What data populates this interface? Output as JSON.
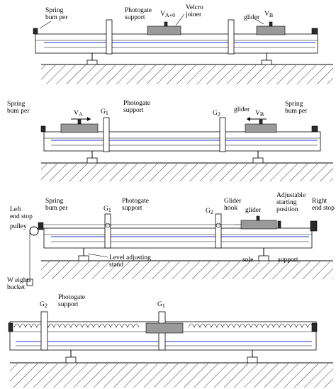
{
  "panels": [
    {
      "labels": {
        "spring_bumper": "Spring\nbum per",
        "photogate_support": "Photogate\nsupport",
        "v_ab": "V",
        "v_ab_sub": "A+0",
        "velcro_joiner": "Velcro\njoiner",
        "glider": "glider",
        "v_b": "V",
        "v_b_sub": "B"
      }
    },
    {
      "labels": {
        "spring_bumper_left": "Spring\nbum per",
        "v_a": "V",
        "v_a_sub": "A",
        "g1": "G",
        "g1_sub": "1",
        "photogate_support": "Photogate\nsupport",
        "g2": "G",
        "g2_sub": "2",
        "glider": "glider",
        "v_b": "V",
        "v_b_sub": "B",
        "spring_bumper_right": "Spring\nbum per"
      }
    },
    {
      "labels": {
        "left_end_stop": "Left\nend stop",
        "pulley": "pulley",
        "weights_bucket": "W eights\nbucket",
        "spring_bumper": "Spring\nbum per",
        "g1": "G",
        "g1_sub": "1",
        "photogate_support": "Photogate\nsupport",
        "g2": "G",
        "g2_sub": "2",
        "glider_hook": "Glider\nhook",
        "glider": "glider",
        "adjustable_start": "Adjustable\nstarting\nposition",
        "right_end_stop": "Right\nend stop",
        "level_adjusting_stand": "Level adjusting\nstand",
        "sole": "sole",
        "support": "support"
      }
    },
    {
      "labels": {
        "g2": "G",
        "g2_sub": "2",
        "photogate_support": "Photogate\nsupport",
        "g1": "G",
        "g1_sub": "1"
      }
    }
  ],
  "colors": {
    "track_blue": "#2233cc",
    "ink": "#000000",
    "glider_gray": "#9a9a9a"
  }
}
